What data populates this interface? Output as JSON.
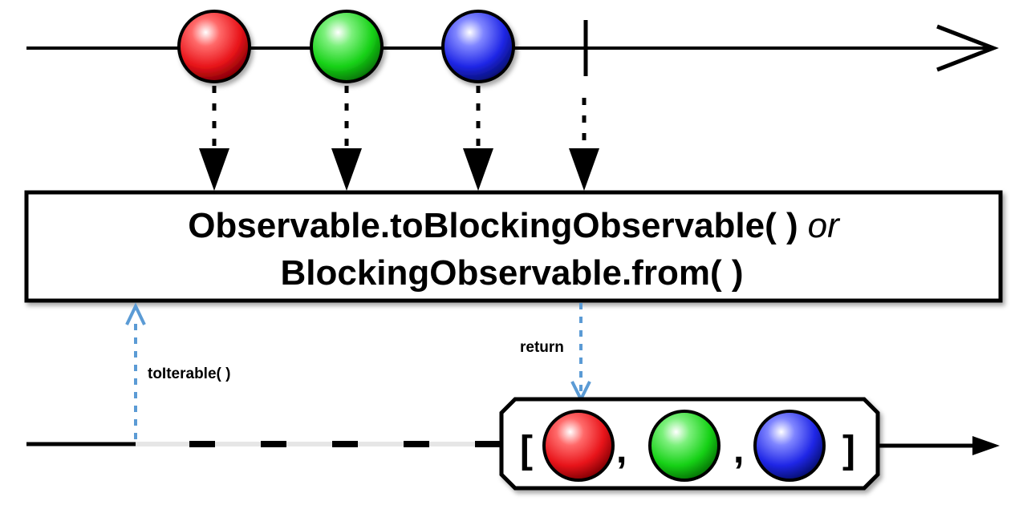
{
  "operator": {
    "line1_main": "Observable.toBlockingObservable( )",
    "line1_or": "or",
    "line2": "BlockingObservable.from( )"
  },
  "labels": {
    "to_iterable": "toIterable( )",
    "return": "return"
  },
  "result": {
    "open_bracket": "[",
    "comma1": ",",
    "comma2": ",",
    "close_bracket": "]"
  },
  "marbles": [
    {
      "name": "red",
      "color": "#e8141a"
    },
    {
      "name": "green",
      "color": "#16d116"
    },
    {
      "name": "blue",
      "color": "#1f26e6"
    }
  ],
  "colors": {
    "line": "#000000",
    "dotted_blue": "#5b9bd5"
  }
}
